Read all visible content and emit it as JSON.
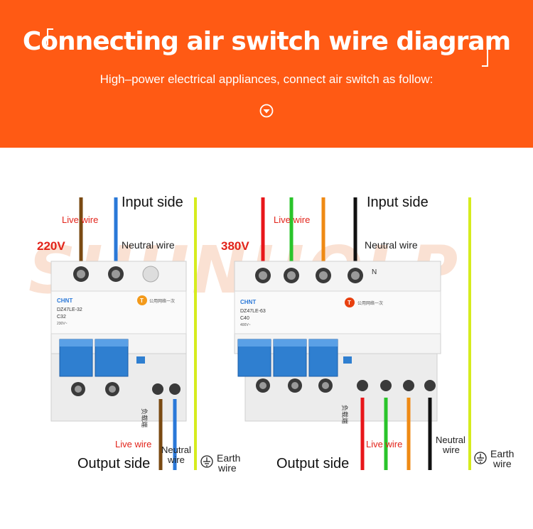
{
  "header": {
    "title": "Connecting air switch wire diagram",
    "subtitle": "High–power electrical appliances, connect air switch as follow:",
    "background_color": "#ff5a14",
    "icon": "chevron-down-circle-icon"
  },
  "watermark": {
    "text": "SHUNHOLP"
  },
  "colors": {
    "brown": "#7a4a12",
    "blue": "#2a78d8",
    "yellow_green": "#d6ec1e",
    "red": "#e8161a",
    "green": "#29c42a",
    "orange": "#ef8a14",
    "black": "#111111",
    "breaker_blue": "#2f7fd0",
    "label_red": "#e2231a"
  },
  "single_phase": {
    "voltage": "220V",
    "input_label": "Input side",
    "output_label": "Output side",
    "live_top": "Live wire",
    "neutral_top": "Neutral wire",
    "live_bottom": "Live wire",
    "neutral_bottom": [
      "Neutral",
      "wire"
    ],
    "earth": [
      "Earth",
      "wire"
    ],
    "breaker": {
      "brand": "CHNT",
      "model": "DZ47LE-32",
      "rating": "C32",
      "voltage": "230V~",
      "load_text": "负载端",
      "test_text": "公用网络一次",
      "test_btn": "T"
    }
  },
  "three_phase": {
    "voltage": "380V",
    "input_label": "Input side",
    "output_label": "Output side",
    "live_top": "Live wire",
    "neutral_top": "Neutral wire",
    "neutral_terminal": "N",
    "live_bottom": "Live wire",
    "neutral_bottom": [
      "Neutral",
      "wire"
    ],
    "earth": [
      "Earth",
      "wire"
    ],
    "breaker": {
      "brand": "CHNT",
      "model": "DZ47LE-63",
      "rating": "C40",
      "voltage": "400V~",
      "load_text": "负载端",
      "test_text": "公用网络一次",
      "test_btn": "T"
    }
  }
}
